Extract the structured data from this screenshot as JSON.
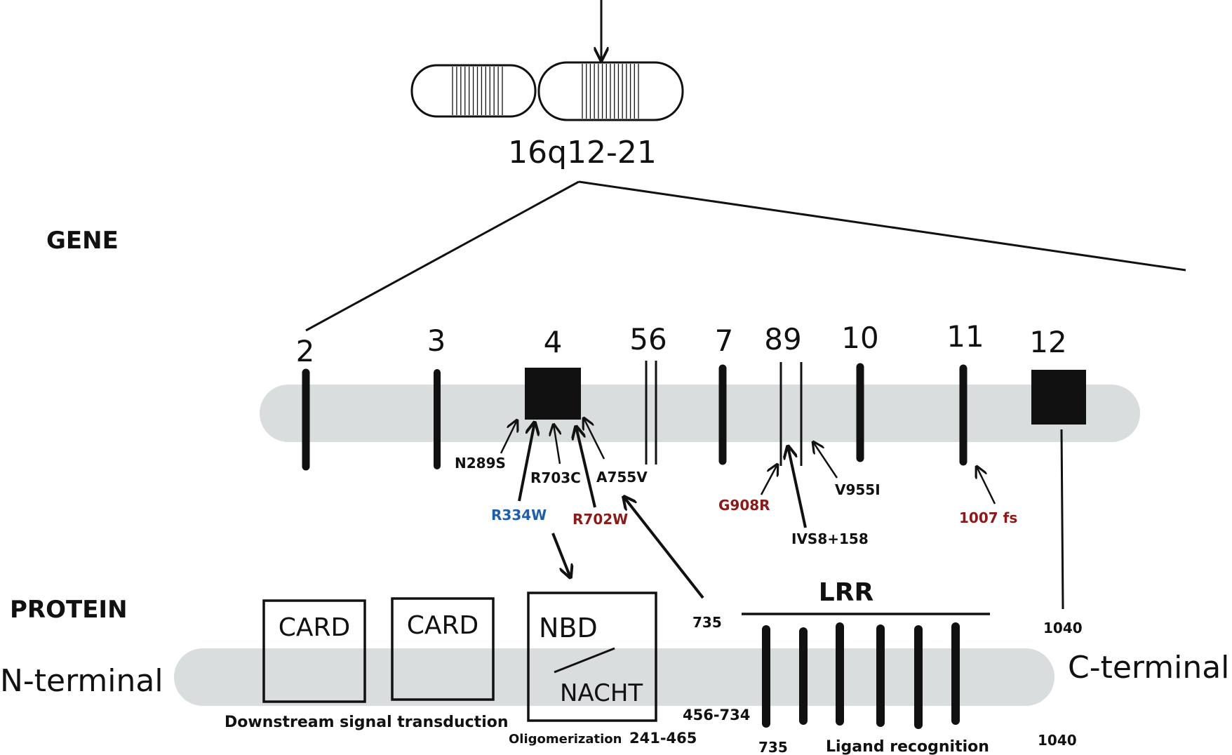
{
  "chromosome": {
    "band": "16q12-21"
  },
  "sections": {
    "gene": "GENE",
    "protein": "PROTEIN"
  },
  "exons": [
    "2",
    "3",
    "4",
    "56",
    "7",
    "89",
    "10",
    "11",
    "12"
  ],
  "mutations": [
    {
      "name": "N289S",
      "color": "#111111"
    },
    {
      "name": "R703C",
      "color": "#111111"
    },
    {
      "name": "A755V",
      "color": "#111111"
    },
    {
      "name": "R334W",
      "color": "#1f5ea8"
    },
    {
      "name": "R702W",
      "color": "#8b1a1a"
    },
    {
      "name": "G908R",
      "color": "#8b1a1a"
    },
    {
      "name": "V955I",
      "color": "#111111"
    },
    {
      "name": "IVS8+158",
      "color": "#111111"
    },
    {
      "name": "1007 fs",
      "color": "#8b1a1a"
    }
  ],
  "protein": {
    "n_terminal": "N-terminal",
    "c_terminal": "C-terminal",
    "card1": "CARD",
    "card2": "CARD",
    "nbd": "NBD",
    "nacht": "NACHT",
    "lrr": "LRR",
    "caption_signal": "Downstream signal transduction",
    "caption_oligo": "Oligomerization",
    "caption_ligand": "Ligand recognition",
    "num_241_465": "241-465",
    "num_456_734": "456-734",
    "num_735_top": "735",
    "num_735_bottom": "735",
    "num_1040_top": "1040",
    "num_1040_bottom": "1040"
  },
  "colors": {
    "track": "#d9dddd",
    "ink": "#111111"
  }
}
